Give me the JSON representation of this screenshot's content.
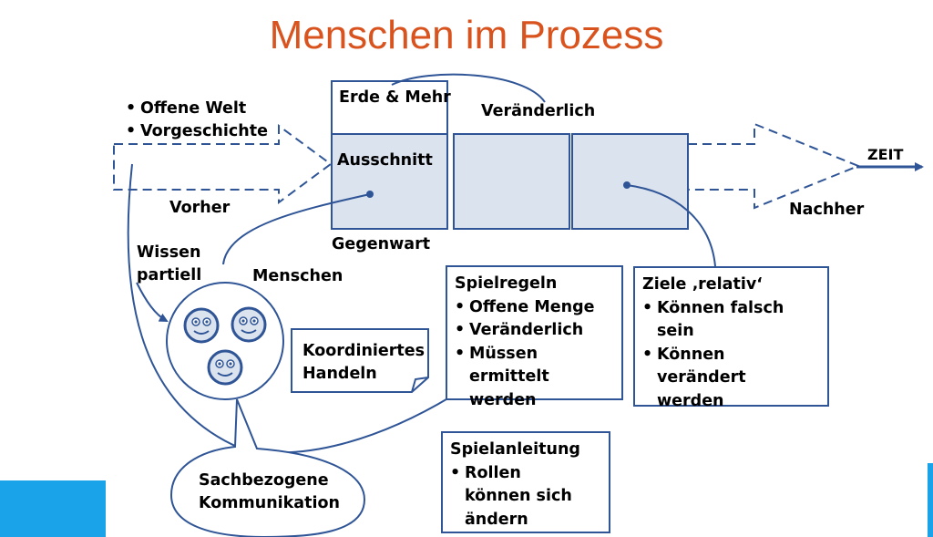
{
  "title": "Menschen im Prozess",
  "left_bullets": [
    "Offene Welt",
    "Vorgeschichte"
  ],
  "labels": {
    "erde_mehr": "Erde & Mehr",
    "veraenderlich": "Veränderlich",
    "ausschnitt": "Ausschnitt",
    "zeit": "ZEIT",
    "vorher": "Vorher",
    "nachher": "Nachher",
    "gegenwart": "Gegenwart",
    "wissen_line1": "Wissen",
    "wissen_line2": "partiell",
    "menschen": "Menschen",
    "koordiniert_line1": "Koordiniertes",
    "koordiniert_line2": "Handeln",
    "kommunikation_line1": "Sachbezogene",
    "kommunikation_line2": "Kommunikation"
  },
  "spielregeln": {
    "heading": "Spielregeln",
    "items": [
      "Offene Menge",
      "Veränderlich",
      "Müssen ermittelt werden"
    ]
  },
  "ziele": {
    "heading": "Ziele ‚relativ‘",
    "items": [
      "Können falsch sein",
      "Können verändert werden"
    ]
  },
  "spielanleitung": {
    "heading": "Spielanleitung",
    "items": [
      "Rollen können sich ändern"
    ]
  },
  "colors": {
    "title": "#d9531e",
    "line": "#2f5597",
    "box_fill": "#dbe3ee",
    "accent": "#1aa3e8"
  }
}
